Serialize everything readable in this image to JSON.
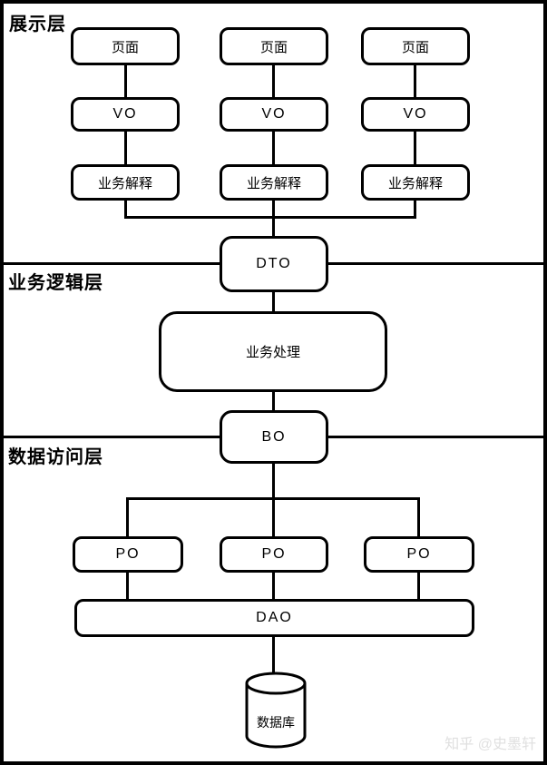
{
  "layers": {
    "presentation": "展示层",
    "business_logic": "业务逻辑层",
    "data_access": "数据访问层"
  },
  "nodes": {
    "page": "页面",
    "vo": "VO",
    "interpret": "业务解释",
    "dto": "DTO",
    "process": "业务处理",
    "bo": "BO",
    "po": "PO",
    "dao": "DAO",
    "database": "数据库"
  },
  "watermark": "知乎 @史墨轩",
  "colors": {
    "line": "#000000",
    "background": "#ffffff",
    "watermark": "#e0e0e0"
  }
}
